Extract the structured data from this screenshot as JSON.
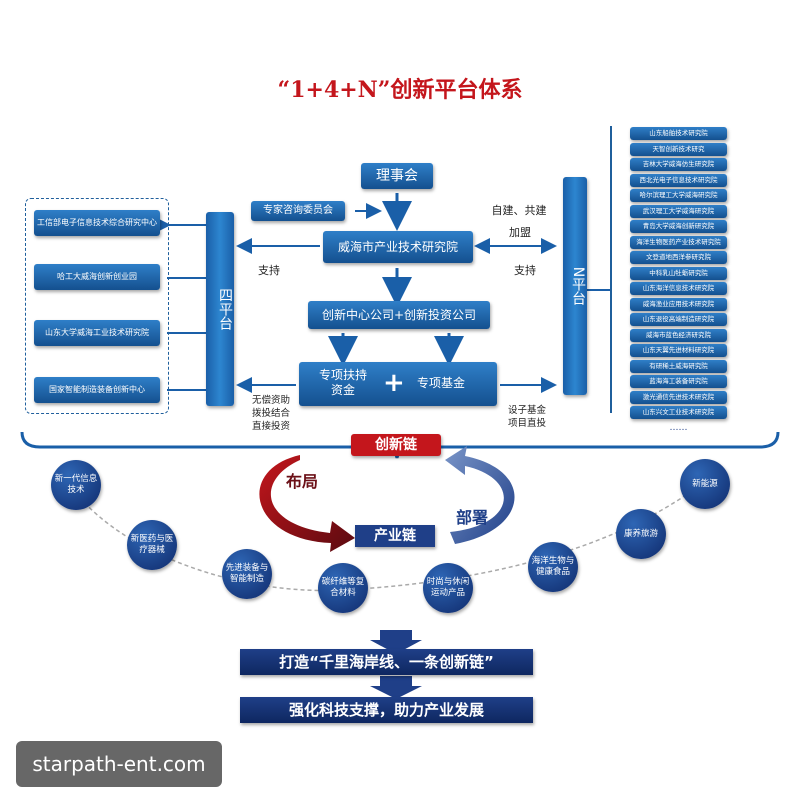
{
  "title": "“1+4+N”创新平台体系",
  "top": {
    "council": "理事会",
    "expert": "专家咨询委员会",
    "institute": "威海市产业技术研究院",
    "company": "创新中心公司+创新投资公司",
    "special_support": "专项扶持\n资金",
    "plus": "+",
    "special_fund": "专项基金"
  },
  "left": {
    "bar_label": "四平台",
    "support": "支持",
    "items": [
      "工信部电子信息技术综合研究中心",
      "哈工大威海创新创业园",
      "山东大学威海工业技术研究院",
      "国家智能制造装备创新中心"
    ],
    "bottom_note": "无偿资助\n拨投结合\n直接投资"
  },
  "right": {
    "bar_label": "N平台",
    "self_build": "自建、共建",
    "join": "加盟",
    "support": "支持",
    "bottom_note": "设子基金\n项目直投",
    "items": [
      "山东船舶技术研究院",
      "天智创新技术研究",
      "吉林大学威海仿生研究院",
      "西北光电子信息技术研究院",
      "哈尔滨理工大学威海研究院",
      "武汉理工大学威海研究院",
      "青岛大学威海创新研究院",
      "海洋生物医药产业技术研究院",
      "文登道地西洋参研究院",
      "中科乳山牡蛎研究院",
      "山东海洋信息技术研究院",
      "威海渔业应用技术研究院",
      "山东退役高端制造研究院",
      "威海市蓝色经济研究院",
      "山东天翼先进材料研究院",
      "有研稀土威海研究院",
      "蓝海海工装备研究院",
      "激光通信先进技术研究院",
      "山东兴文工业技术研究院",
      "……"
    ]
  },
  "chain": {
    "innovation": "创新链",
    "industry": "产业链",
    "layout": "布局",
    "deploy": "部署"
  },
  "industries": [
    "新一代信息技术",
    "新医药与医疗器械",
    "先进装备与智能制造",
    "碳纤维等复合材料",
    "时尚与休闲运动产品",
    "海洋生物与健康食品",
    "康养旅游",
    "新能源"
  ],
  "banners": [
    "打造“千里海岸线、一条创新链”",
    "强化科技支撑，助力产业发展"
  ],
  "watermark": "starpath-ent.com",
  "colors": {
    "red": "#c4161c",
    "blue": "#1a5fa8",
    "navy": "#0e2760"
  }
}
